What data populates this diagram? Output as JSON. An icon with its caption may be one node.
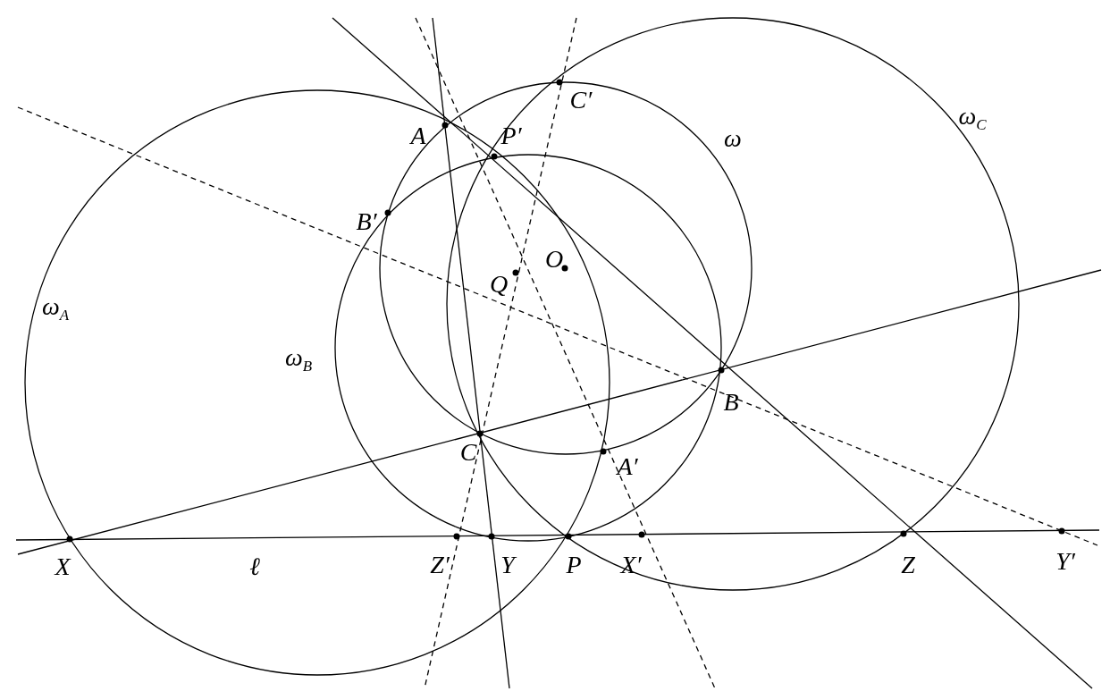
{
  "diagram": {
    "labels": [
      "C′",
      "ω$_{C}$",
      "A",
      "P′",
      "ω",
      "B′",
      "O",
      "Q",
      "ω$_{A}$",
      "ω$_{B}$",
      "B",
      "C",
      "A′",
      "X",
      "ℓ",
      "Z′",
      "Y",
      "P",
      "X′",
      "Z",
      "Y′"
    ]
  }
}
